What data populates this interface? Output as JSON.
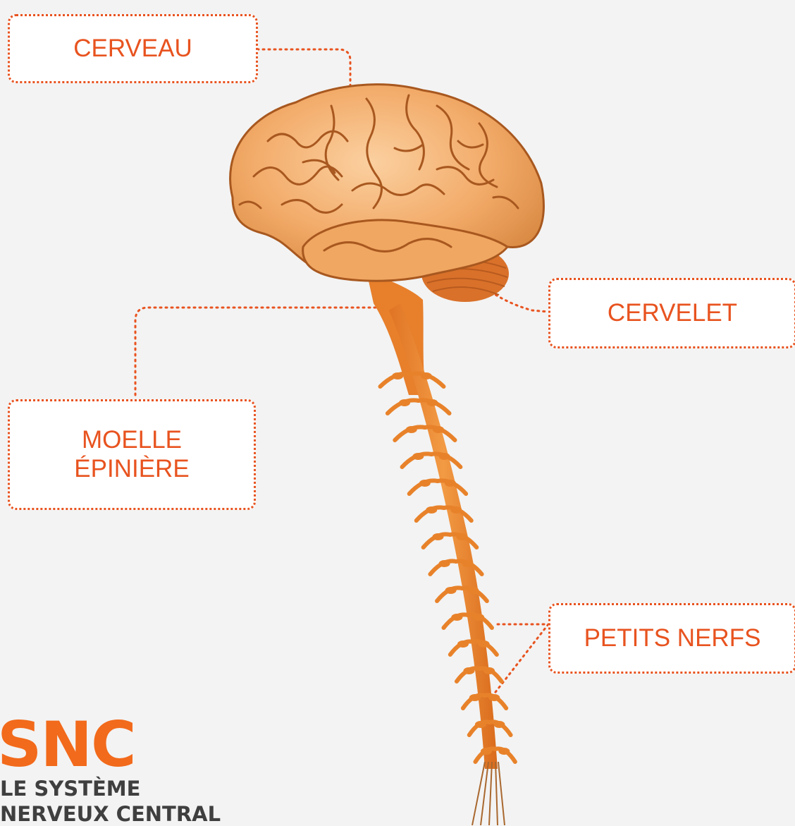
{
  "labels": {
    "cerveau": "CERVEAU",
    "cervelet": "CERVELET",
    "moelle_line1": "MOELLE",
    "moelle_line2": "ÉPINIÈRE",
    "petits_nerfs": "PETITS NERFS"
  },
  "branding": {
    "acronym": "SNC",
    "subtitle_line1": "LE SYSTÈME",
    "subtitle_line2": "NERVEUX CENTRAL"
  },
  "colors": {
    "accent": "#e8531f",
    "brain": "#efa35c",
    "spine": "#e8822a",
    "background": "#f3f3f3",
    "text_dark": "#3f3f3f"
  }
}
